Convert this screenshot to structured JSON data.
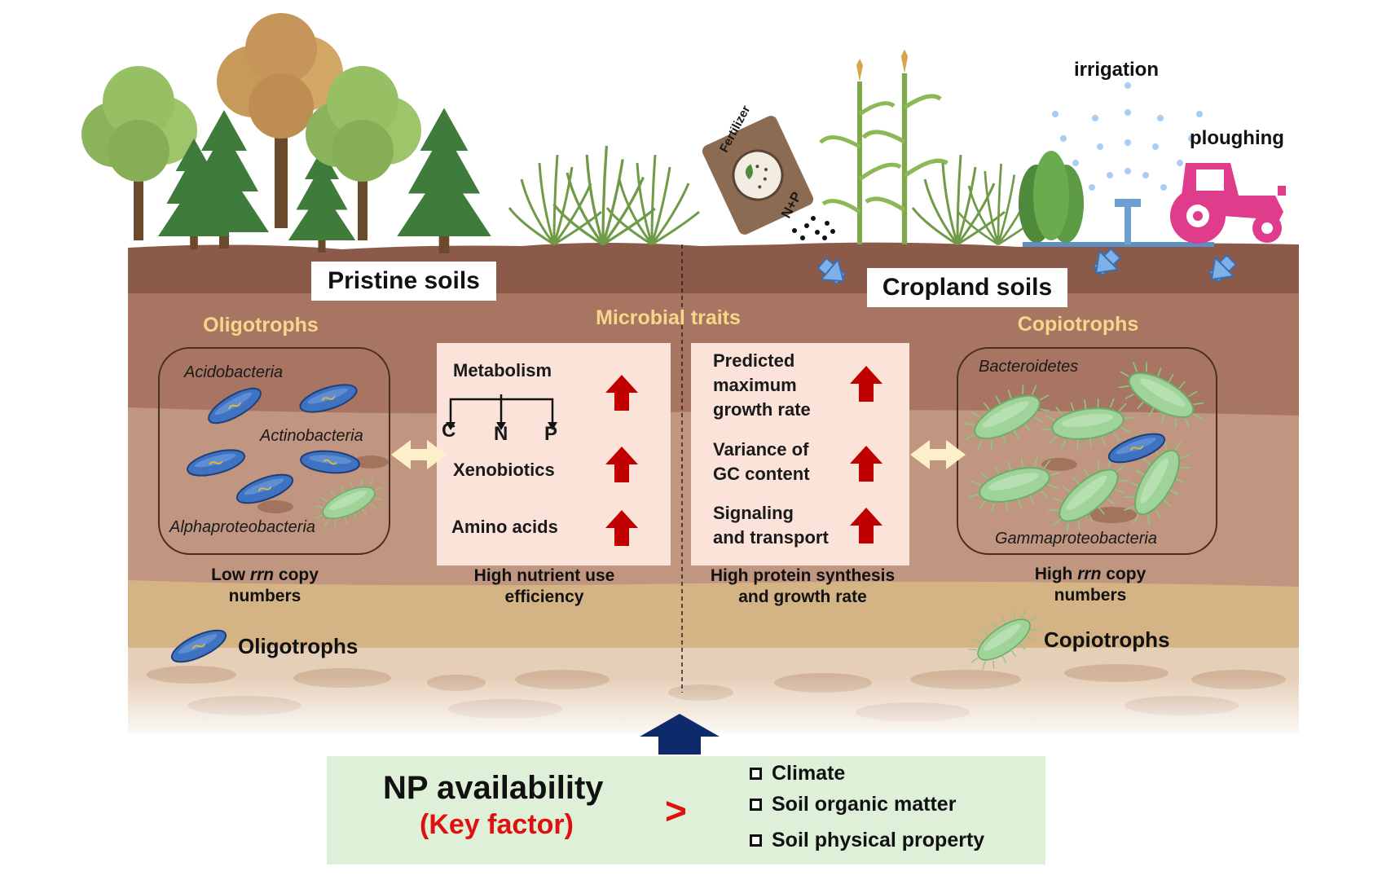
{
  "sections": {
    "left_title": "Pristine soils",
    "right_title": "Cropland soils",
    "center_title": "Microbial traits"
  },
  "management": {
    "irrigation": "irrigation",
    "ploughing": "ploughing",
    "fertilizer_bag_top": "Fertilizer",
    "fertilizer_bag_bottom": "N+P"
  },
  "oligotrophs": {
    "heading": "Oligotrophs",
    "taxa": [
      "Acidobacteria",
      "Actinobacteria",
      "Alphaproteobacteria"
    ],
    "caption_line1_pre": "Low ",
    "caption_line1_italic": "rrn",
    "caption_line1_post": " copy",
    "caption_line2": "numbers"
  },
  "copiotrophs": {
    "heading": "Copiotrophs",
    "taxa": [
      "Bacteroidetes",
      "Gammaproteobacteria"
    ],
    "caption_line1_pre": "High ",
    "caption_line1_italic": "rrn",
    "caption_line1_post": " copy",
    "caption_line2": "numbers"
  },
  "traits_left": {
    "items": [
      "Metabolism",
      "Xenobiotics",
      "Amino acids"
    ],
    "elements": [
      "C",
      "N",
      "P"
    ],
    "caption": "High nutrient use\nefficiency"
  },
  "traits_right": {
    "items": [
      "Predicted\nmaximum\ngrowth rate",
      "Variance of\nGC content",
      "Signaling\nand transport"
    ],
    "caption": "High protein synthesis\nand growth rate"
  },
  "legend": {
    "oligotrophs": "Oligotrophs",
    "copiotrophs": "Copiotrophs"
  },
  "drivers": {
    "main": "NP availability",
    "key": "(Key factor)",
    "comparator": ">",
    "others": [
      "Climate",
      "Soil organic matter",
      "Soil physical property"
    ]
  },
  "colors": {
    "oligotroph_cell": "#3f73c2",
    "copiotroph_cell": "#9fd39a",
    "up_arrow": "#c00000",
    "key_factor": "#e01010",
    "group_title": "#f6d78a",
    "trait_panel": "#fbe3da",
    "driver_box": "#dff0d8",
    "big_arrow": "#0e2a6b"
  }
}
